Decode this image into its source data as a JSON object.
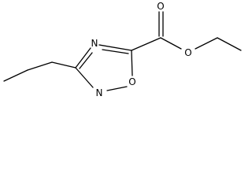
{
  "structure": {
    "atoms": {
      "n4": "N",
      "o1": "O",
      "n2": "N",
      "o_carbonyl": "O",
      "o_ester": "O"
    }
  }
}
